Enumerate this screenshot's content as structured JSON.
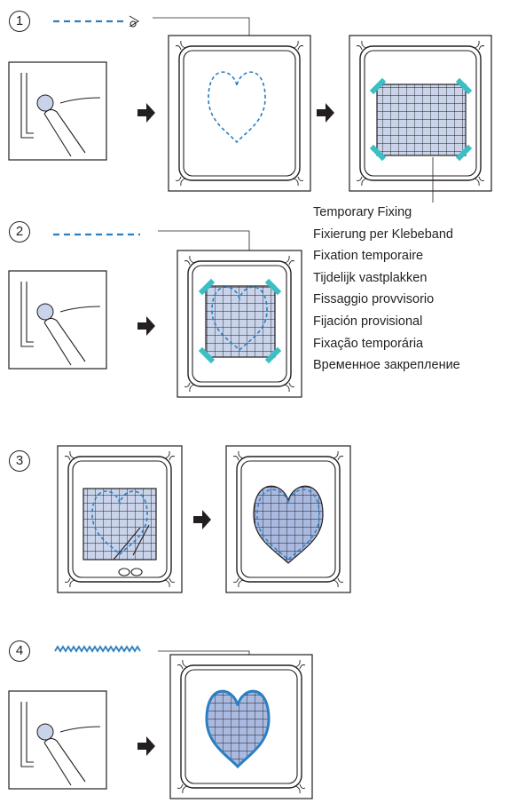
{
  "steps": [
    {
      "number": "1"
    },
    {
      "number": "2"
    },
    {
      "number": "3"
    },
    {
      "number": "4"
    }
  ],
  "legend": {
    "labels": [
      "Temporary Fixing",
      "Fixierung per Klebeband",
      "Fixation temporaire",
      "Tijdelijk vastplakken",
      "Fissaggio provvisorio",
      "Fijación provisional",
      "Fixação temporária",
      "Временное закрепление"
    ]
  },
  "colors": {
    "stitch": "#2a7fc1",
    "tape": "#3bbfc4",
    "fabric": "#c9d3ea",
    "heart": "#a9b9e0",
    "line": "#231f20"
  }
}
